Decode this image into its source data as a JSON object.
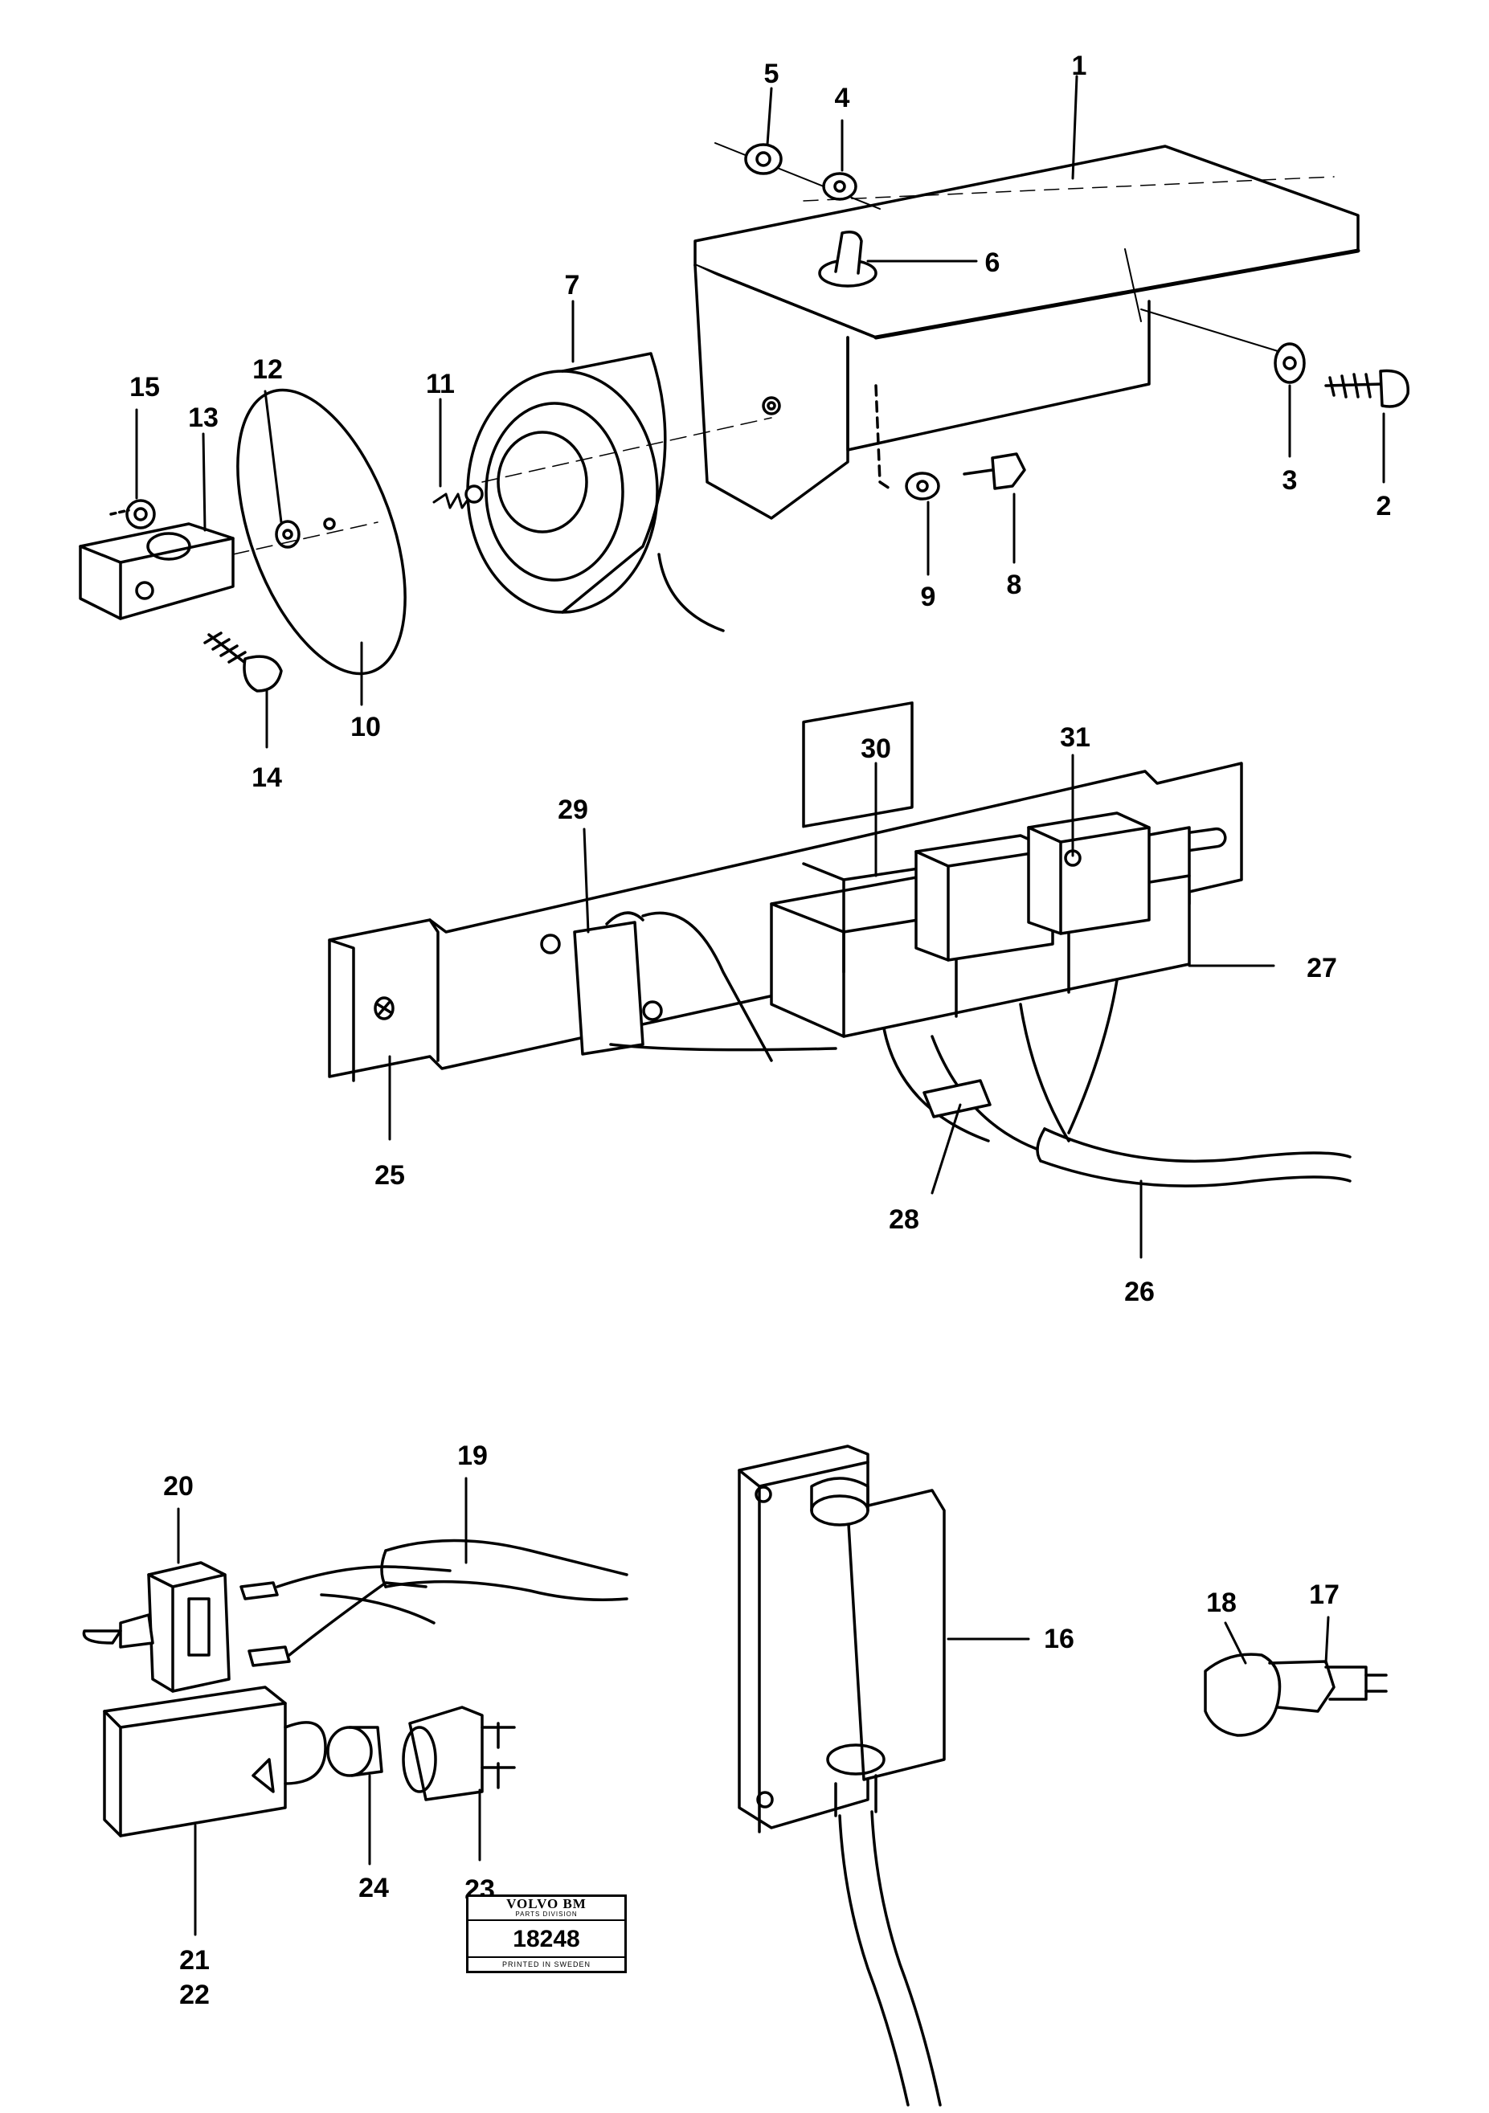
{
  "callouts": [
    "1",
    "2",
    "3",
    "4",
    "5",
    "6",
    "7",
    "8",
    "9",
    "10",
    "11",
    "12",
    "13",
    "14",
    "15",
    "16",
    "17",
    "18",
    "19",
    "20",
    "21",
    "22",
    "23",
    "24",
    "25",
    "26",
    "27",
    "28",
    "29",
    "30",
    "31"
  ],
  "stamp": {
    "brand": "VOLVO BM",
    "division": "PARTS DIVISION",
    "number": "18248",
    "footer": "PRINTED IN SWEDEN"
  }
}
